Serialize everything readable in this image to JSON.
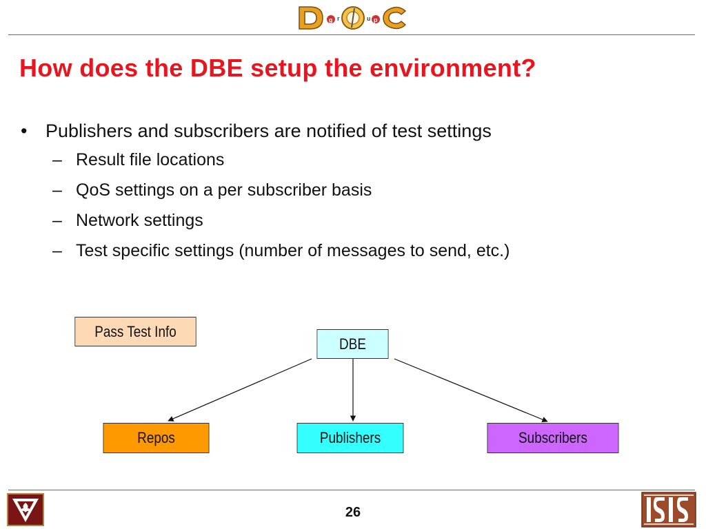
{
  "header": {
    "logo_text": "group DOC"
  },
  "slide": {
    "title": "How does the DBE setup the environment?",
    "bullet_glyph": "•",
    "dash_glyph": "–",
    "bullet": "Publishers and subscribers are notified of test settings",
    "sub_bullets": [
      "Result file locations",
      "QoS settings on a per subscriber basis",
      "Network settings",
      "Test specific settings (number of messages to send, etc.)"
    ]
  },
  "diagram": {
    "label_box": "Pass Test Info",
    "root": "DBE",
    "children": [
      "Repos",
      "Publishers",
      "Subscribers"
    ],
    "colors": {
      "label_box": "#fdd9b5",
      "root": "#ccffff",
      "repos": "#ff9900",
      "publishers": "#33ffff",
      "subscribers": "#cc66ff"
    }
  },
  "footer": {
    "page_number": "26",
    "left_logo": "vanderbilt-logo-icon",
    "right_logo": "isis-logo-icon"
  },
  "colors": {
    "title": "#e8141e",
    "rule": "#6b6b6b"
  }
}
